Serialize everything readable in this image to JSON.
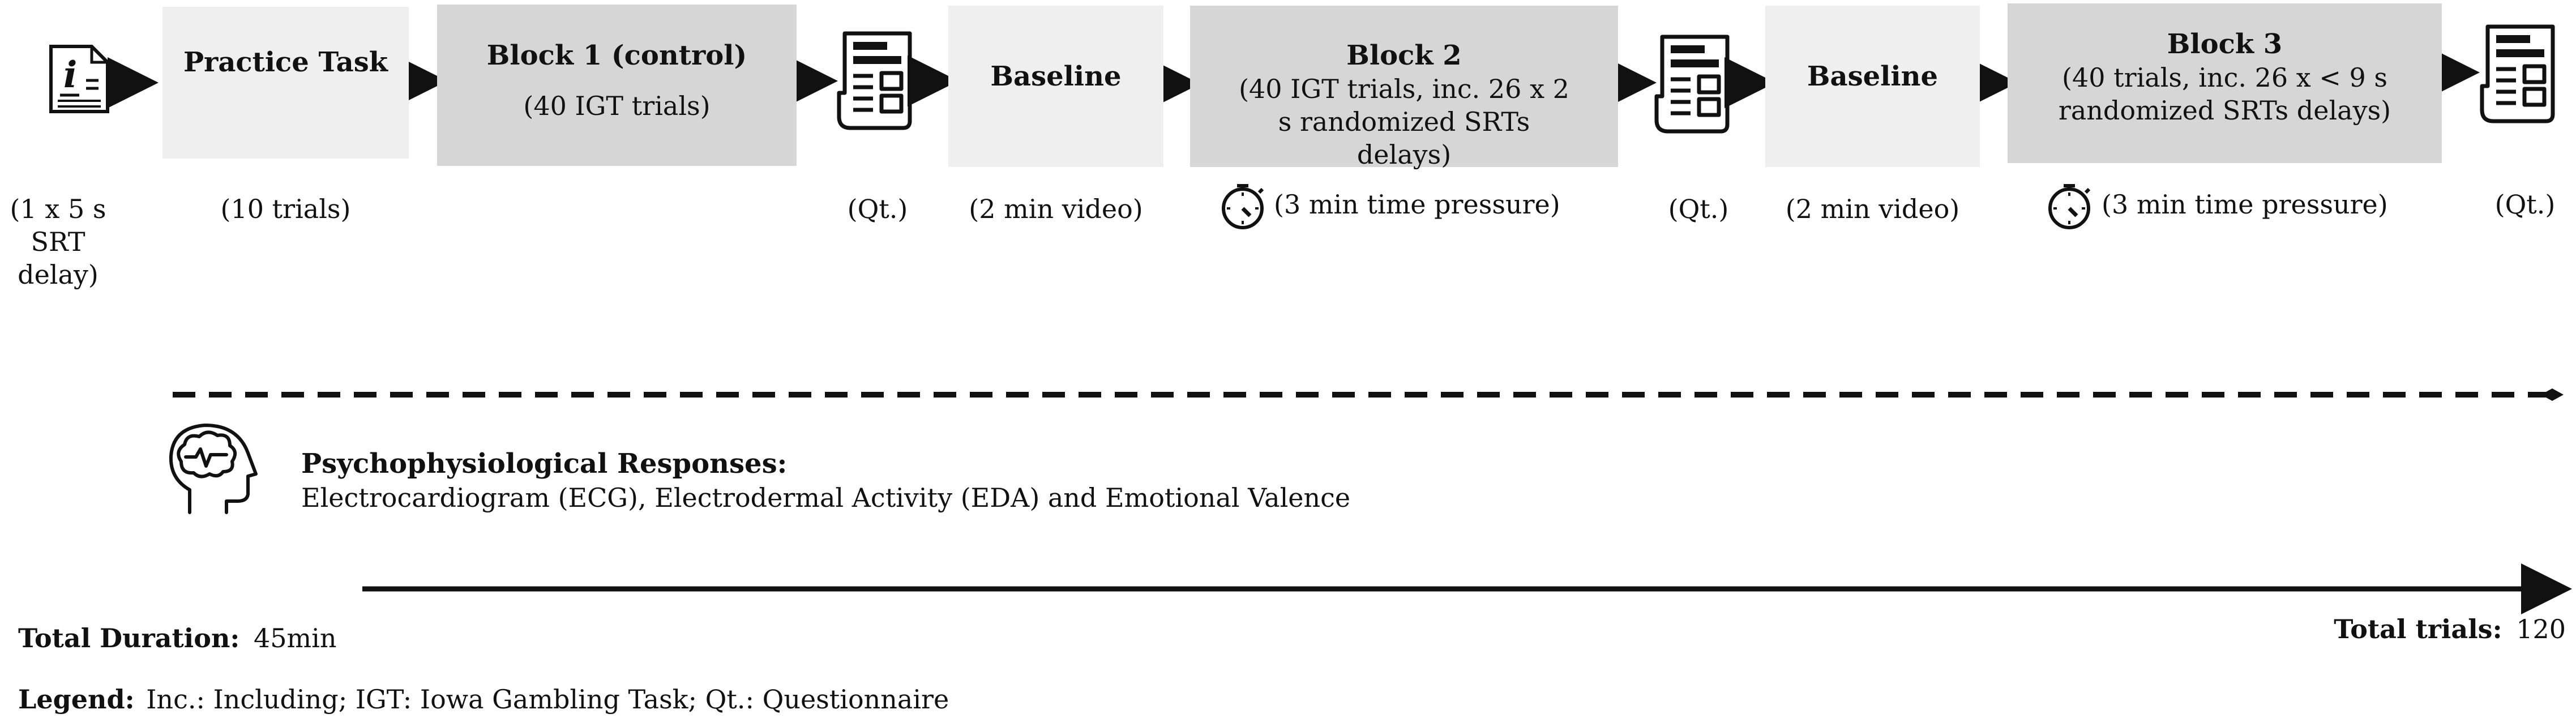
{
  "flow": {
    "info_label": "(1 x 5 s SRT delay)",
    "practice": {
      "title": "Practice Task",
      "detail": "(10 trials)"
    },
    "block1": {
      "title": "Block 1 (control)",
      "subtitle": "(40 IGT trials)"
    },
    "qt1": {
      "label": "(Qt.)"
    },
    "baseline1": {
      "title": "Baseline",
      "detail": "(2 min video)"
    },
    "block2": {
      "title": "Block 2",
      "subtitle": "(40 IGT  trials, inc. 26 x 2 s randomized SRTs delays)",
      "detail": "(3 min time pressure)"
    },
    "qt2": {
      "label": "(Qt.)"
    },
    "baseline2": {
      "title": "Baseline",
      "detail": "(2 min video)"
    },
    "block3": {
      "title": "Block 3",
      "subtitle": "(40 trials, inc. 26 x  < 9 s randomized SRTs delays)",
      "detail": "(3 min time pressure)"
    },
    "qt3": {
      "label": "(Qt.)"
    }
  },
  "psycho": {
    "heading": "Psychophysiological Responses:",
    "description": "Electrocardiogram (ECG), Electrodermal Activity (EDA) and Emotional Valence"
  },
  "footer": {
    "total_duration_label": "Total Duration:",
    "total_duration_value": "45min",
    "total_trials_label": "Total trials:",
    "total_trials_value": "120",
    "legend_label": "Legend:",
    "legend_text": "Inc.: Including; IGT: Iowa Gambling Task; Qt.: Questionnaire"
  },
  "icons": [
    "info-document-icon",
    "questionnaire-icon",
    "stopwatch-icon",
    "brain-head-icon"
  ],
  "colors": {
    "light_box": "#efefef",
    "dark_box": "#d6d6d6",
    "ink": "#111111"
  }
}
